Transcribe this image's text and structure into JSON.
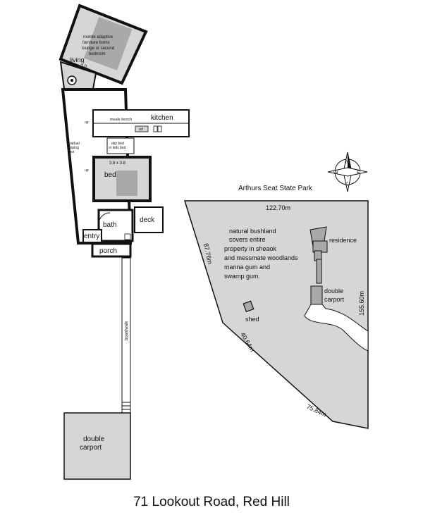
{
  "floorplan": {
    "living": {
      "title": "living",
      "dims": "5.0 x 7.0",
      "note": [
        "mobile adaptive",
        "furniture  forms",
        "lounge or second",
        "bedroom"
      ]
    },
    "fire": [
      "wood",
      "fire"
    ],
    "kitchen": {
      "title": "kitchen",
      "bench": "meals bench",
      "ref": "ref"
    },
    "up_labels": [
      "up",
      "up"
    ],
    "slope_note": [
      "gradual",
      "sloping",
      "floor"
    ],
    "daybed": [
      "day bed",
      "or kids bed"
    ],
    "bed": {
      "title": "bed",
      "dims": "3.8 x 3.8"
    },
    "bath": "bath",
    "deck": "deck",
    "entry": "entry",
    "porch": "porch",
    "boardwalk": "boardwalk",
    "carport": [
      "double",
      "carport"
    ]
  },
  "siteplan": {
    "park": "Arthurs Seat State Park",
    "compass": {
      "n": "N",
      "e": "E",
      "s": "S",
      "w": "W"
    },
    "dims": {
      "top": "122.70m",
      "left": "87.76m",
      "right": "155.60m",
      "lower_left": "40.64m",
      "bottom": "75.84m"
    },
    "note": [
      "natural bushland",
      "covers entire",
      "property  in sheaok",
      "and messmate woodlands",
      "manna gum and",
      "swamp gum."
    ],
    "residence": "residence",
    "carport": [
      "double",
      "carport"
    ],
    "shed": "shed"
  },
  "caption": "71 Lookout Road, Red Hill",
  "colors": {
    "fill": "#d6d6d6",
    "wall": "#111111",
    "furniture": "#a9a9a9"
  }
}
